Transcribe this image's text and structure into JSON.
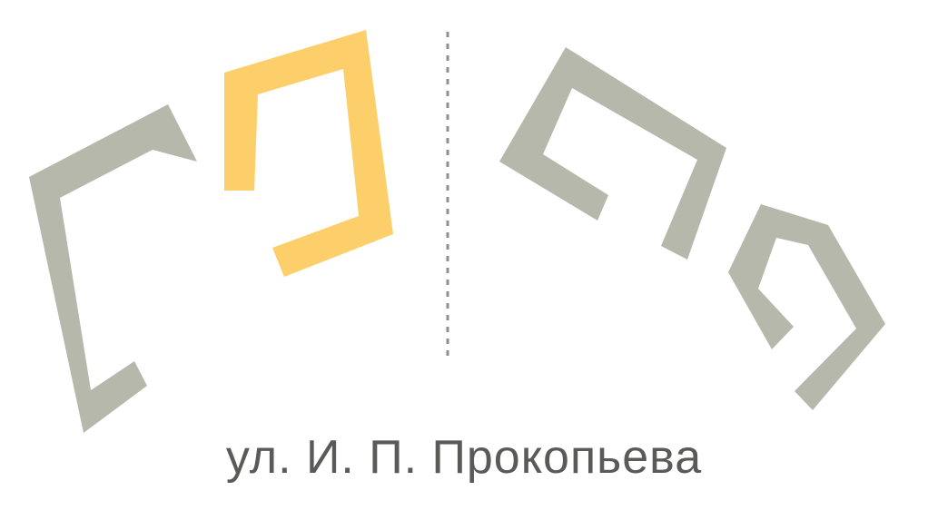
{
  "street": {
    "label": "ул. И. П. Прокопьева"
  },
  "colors": {
    "building_gray": "#b5b8aa",
    "building_yellow": "#fccf6b",
    "divider": "#8f9092",
    "text": "#5a5a58",
    "background": "#ffffff"
  },
  "buildings": [
    {
      "name": "building-left-gray",
      "color": "building_gray"
    },
    {
      "name": "building-left-yellow",
      "color": "building_yellow"
    },
    {
      "name": "building-right-upper-gray",
      "color": "building_gray"
    },
    {
      "name": "building-right-lower-gray",
      "color": "building_gray"
    }
  ]
}
